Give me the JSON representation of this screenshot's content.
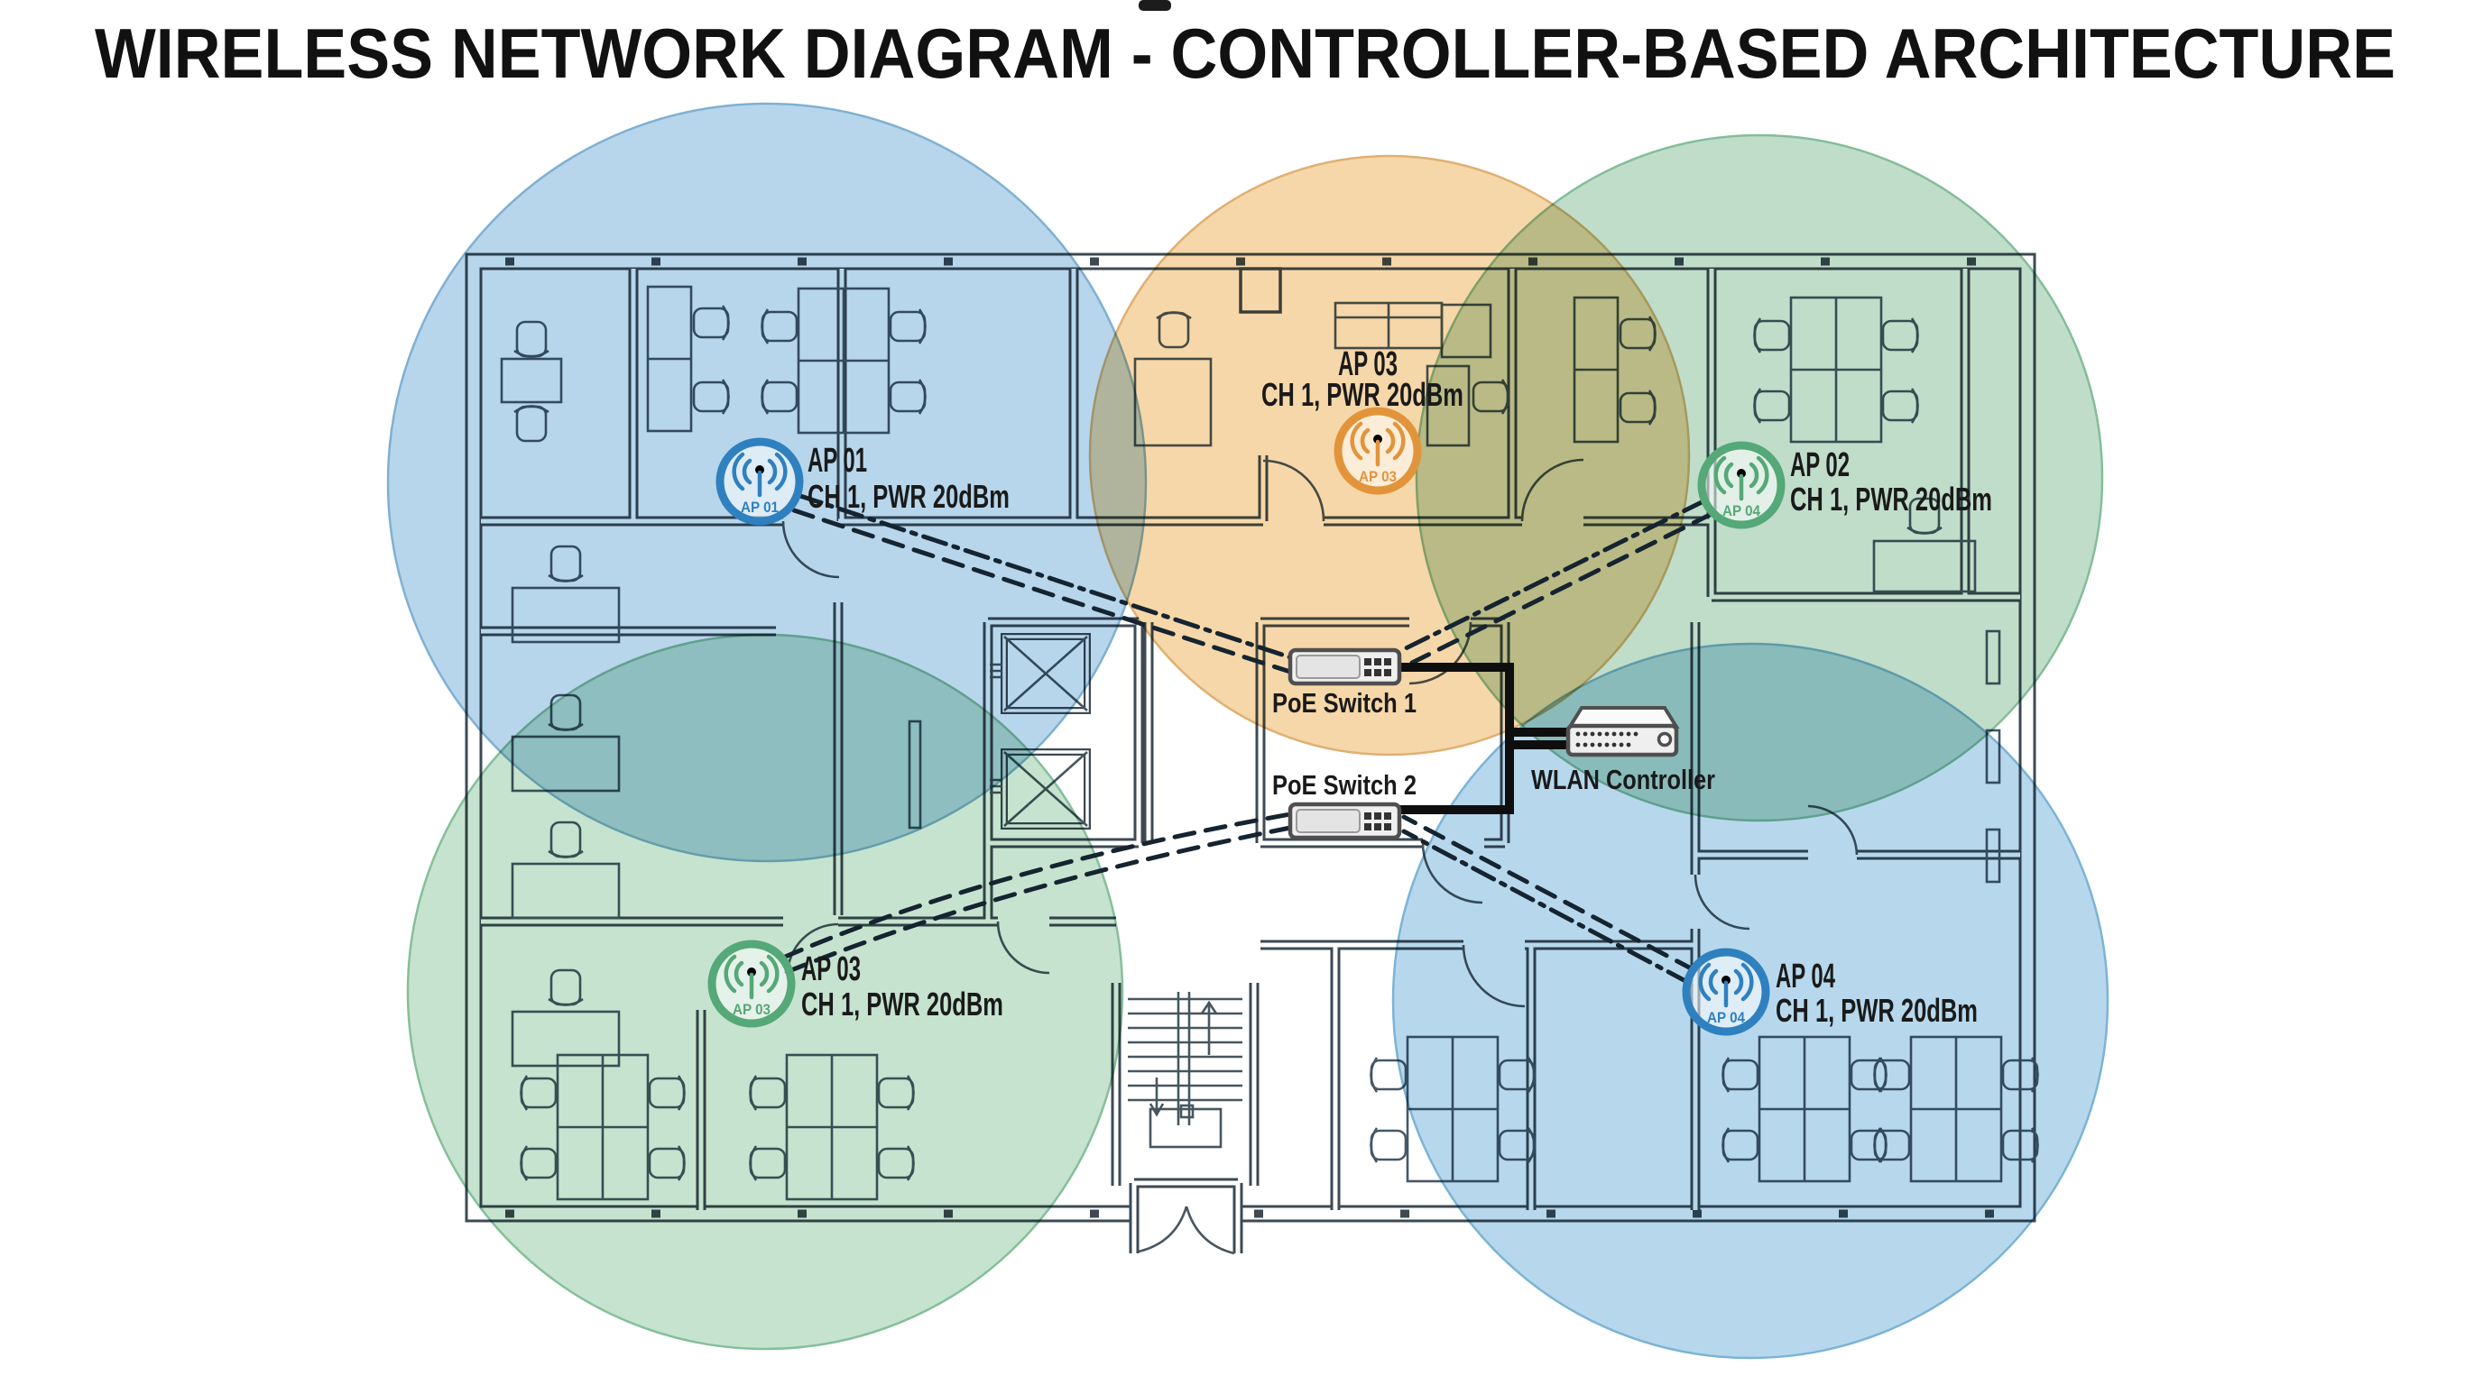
{
  "title": "WIRELESS NETWORK DIAGRAM - CONTROLLER-BASED ARCHITECTURE",
  "access_points": [
    {
      "id": "ap01",
      "name": "AP 01",
      "detail": "CH 1, PWR 20dBm",
      "icon_text": "AP 01",
      "color": "#2f80bf",
      "coverage_color": "#b7d6eb"
    },
    {
      "id": "ap03-top",
      "name": "AP 03",
      "detail": "CH 1, PWR 20dBm",
      "icon_text": "AP 03",
      "color": "#e2943b",
      "coverage_color": "#f6d7a9"
    },
    {
      "id": "ap02",
      "name": "AP 02",
      "detail": "CH 1, PWR 20dBm",
      "icon_text": "AP 04",
      "color": "#55a877",
      "coverage_color": "#c0ddca"
    },
    {
      "id": "ap03-bottom",
      "name": "AP 03",
      "detail": "CH 1, PWR 20dBm",
      "icon_text": "AP 03",
      "color": "#55a877",
      "coverage_color": "#c6e3cf"
    },
    {
      "id": "ap04",
      "name": "AP 04",
      "detail": "CH 1, PWR 20dBm",
      "icon_text": "AP 04",
      "color": "#2f80bf",
      "coverage_color": "#b7d8ec"
    }
  ],
  "devices": {
    "switch1": {
      "label": "PoE Switch 1"
    },
    "switch2": {
      "label": "PoE Switch 2"
    },
    "controller": {
      "label": "WLAN Controller"
    }
  },
  "colors": {
    "ap_blue": "#2f80bf",
    "ap_orange": "#e2943b",
    "ap_green": "#55a877",
    "coverage_blue": "#b7d6eb",
    "coverage_orange": "#f6d7a9",
    "coverage_green": "#c0ddca",
    "wall": "#3d4a54",
    "cable": "#0e0e0e",
    "text": "#1a1a1a"
  }
}
